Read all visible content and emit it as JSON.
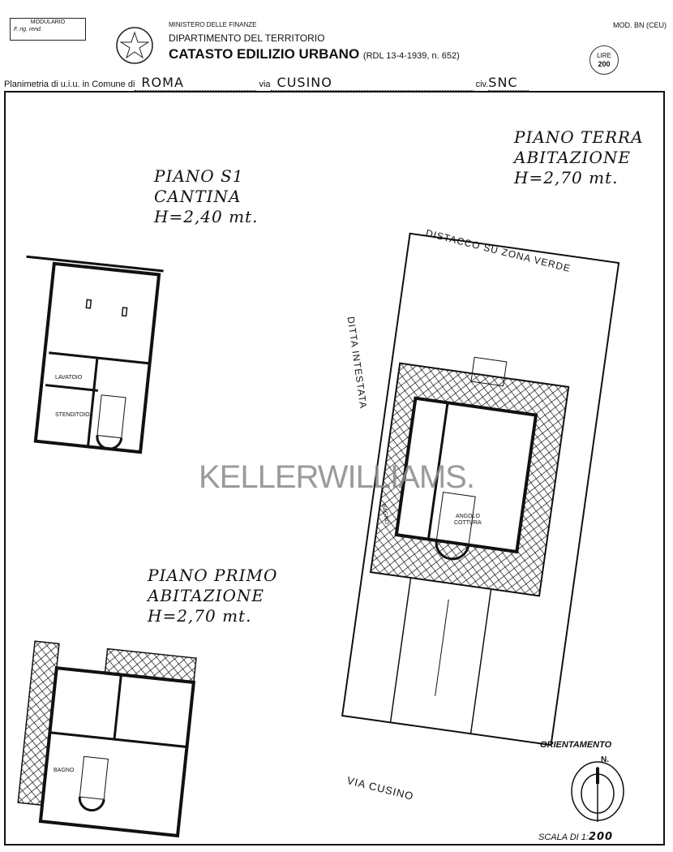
{
  "header": {
    "modulario": "MODULARIO",
    "modulario_sub": "F. rig. rend.",
    "ministry": "MINISTERO DELLE FINANZE",
    "department": "DIPARTIMENTO DEL TERRITORIO",
    "catasto": "CATASTO EDILIZIO URBANO",
    "law_ref": "(RDL 13-4-1939, n. 652)",
    "model": "MOD. BN (CEU)",
    "stamp_label": "LIRE",
    "stamp_value": "200"
  },
  "form": {
    "planimetria_label": "Planimetria di u.i.u. in Comune di",
    "comune": "ROMA",
    "via_label": "via",
    "via": "CUSINO",
    "civ_label": "civ.",
    "civ": "SNC"
  },
  "floors": {
    "s1": {
      "line1": "PIANO S1",
      "line2": "CANTINA",
      "line3": "H=2,40 mt."
    },
    "terra": {
      "line1": "PIANO TERRA",
      "line2": "ABITAZIONE",
      "line3": "H=2,70 mt."
    },
    "primo": {
      "line1": "PIANO PRIMO",
      "line2": "ABITAZIONE",
      "line3": "H=2,70 mt."
    }
  },
  "rooms": {
    "lavatoio": "LAVATOIO",
    "stenditoio": "STENDITOIO",
    "bagno_terra": "BAGNO",
    "angolo_cottura_1": "ANGOLO",
    "angolo_cottura_2": "COTTURA",
    "bagno_primo": "BAGNO"
  },
  "annotations": {
    "distacco": "DISTACCO SU ZONA VERDE",
    "ditta": "DITTA INTESTATA",
    "street": "VIA CUSINO"
  },
  "watermark": "KELLERWILLIAMS.",
  "orientation": {
    "label": "ORIENTAMENTO",
    "north": "N."
  },
  "scale": {
    "label": "SCALA DI 1:",
    "value": "200"
  }
}
